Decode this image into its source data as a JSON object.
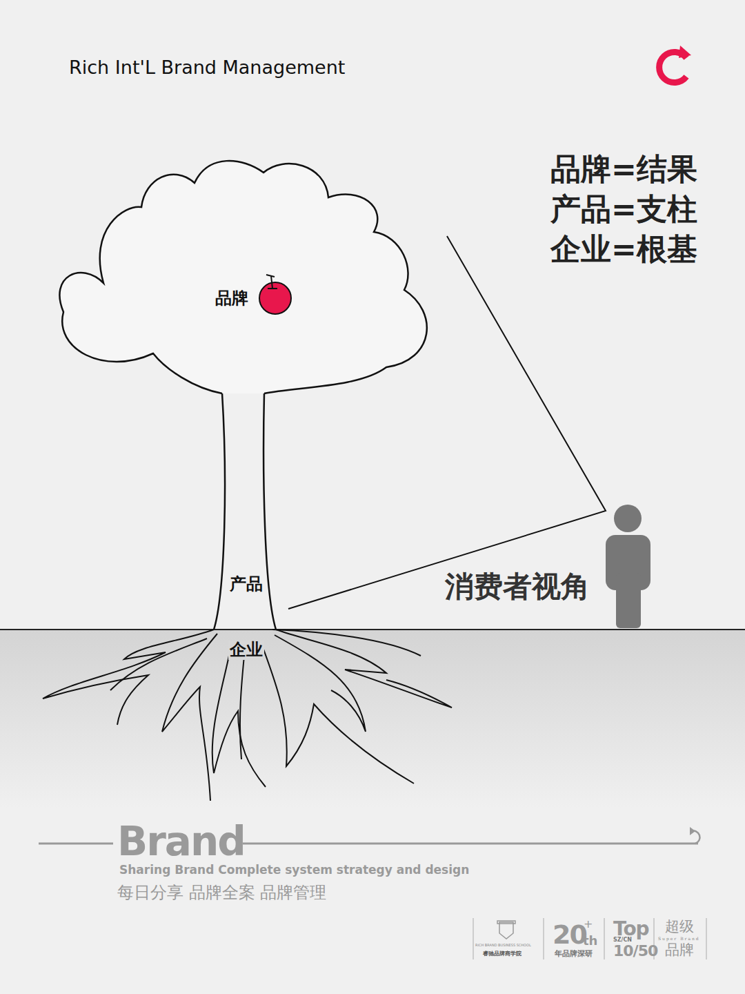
{
  "diagram": {
    "labels": [
      "Rich Int'L Brand Management",
      "品牌=结果",
      "产品=支柱",
      "企业=根基",
      "品牌",
      "产品",
      "企业",
      "消费者视角",
      "Brand",
      "Sharing Brand  Complete system  strategy and design",
      "每日分享 品牌全案 品牌管理",
      "RICH BRAND BUSINESS SCHOOL",
      "睿驰品牌商学院",
      "20",
      "+",
      "th",
      "年品牌深研",
      "Top",
      "SZ/CN",
      "10/50",
      "超级",
      "Super Brand",
      "品牌"
    ]
  }
}
